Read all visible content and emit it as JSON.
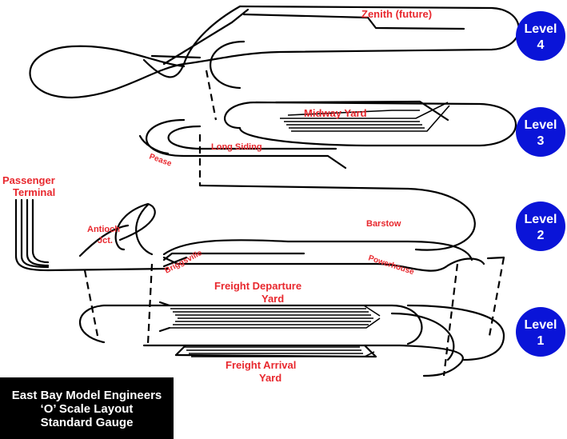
{
  "title_block": {
    "line1": "East Bay Model Engineers",
    "line2": "‘O’ Scale Layout",
    "line3": "Standard Gauge"
  },
  "levels": [
    {
      "word": "Level",
      "number": "4"
    },
    {
      "word": "Level",
      "number": "3"
    },
    {
      "word": "Level",
      "number": "2"
    },
    {
      "word": "Level",
      "number": "1"
    }
  ],
  "labels": {
    "zenith": "Zenith (future)",
    "midway": "Midway Yard",
    "long_siding": "Long Siding",
    "pease": "Pease",
    "passenger_1": "Passenger",
    "passenger_2": "Terminal",
    "antioch_1": "Antioch",
    "antioch_2": "Jct.",
    "barstow": "Barstow",
    "briggsville": "Briggsville",
    "powerhouse": "Powerhouse",
    "freight_dep_1": "Freight Departure",
    "freight_dep_2": "Yard",
    "freight_arr_1": "Freight Arrival",
    "freight_arr_2": "Yard"
  },
  "colors": {
    "label": "#e8282e",
    "level_badge": "#0a14d8",
    "track": "#000000",
    "title_bg": "#000000",
    "title_text": "#ffffff"
  }
}
